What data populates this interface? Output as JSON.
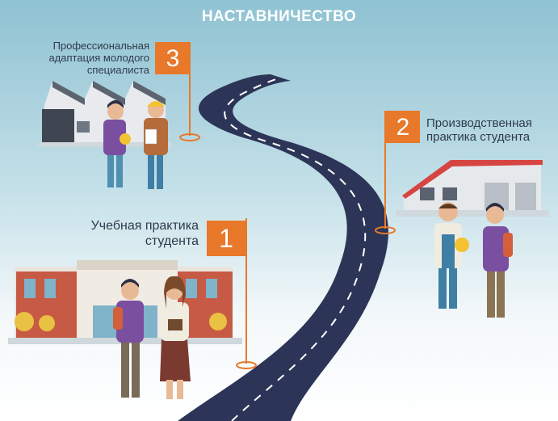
{
  "title": "НАСТАВНИЧЕСТВО",
  "stages": [
    {
      "number": "1",
      "lines": [
        "Учебная практика",
        "студента"
      ]
    },
    {
      "number": "2",
      "lines": [
        "Производственная",
        "практика студента"
      ]
    },
    {
      "number": "3",
      "lines": [
        "Профессиональная",
        "адаптация молодого",
        "специалиста"
      ]
    }
  ],
  "colors": {
    "sky": "#9bc7d5",
    "road": "#2c3557",
    "flag": "#e8782a",
    "title_text": "#ffffff",
    "label_text": "#2f3a4c"
  }
}
